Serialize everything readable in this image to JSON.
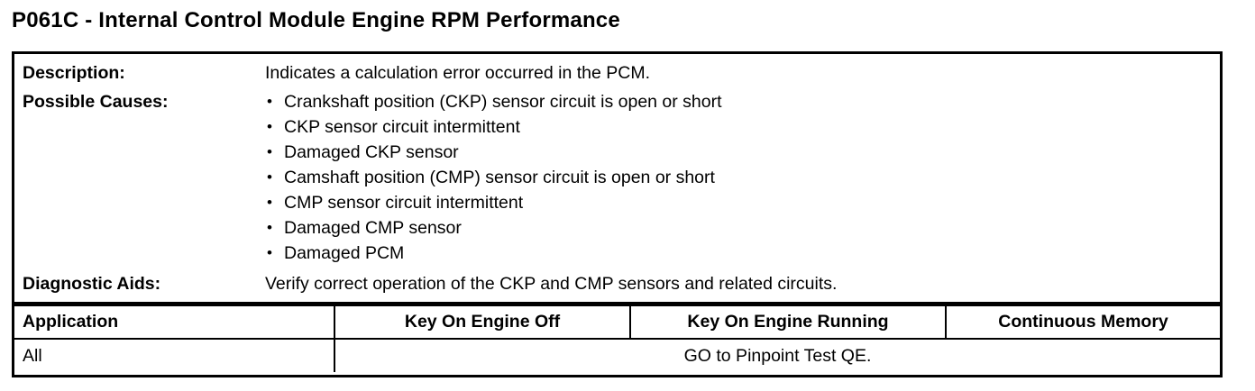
{
  "document": {
    "title": "P061C - Internal Control Module Engine RPM Performance",
    "code": "P061C"
  },
  "info": {
    "description": {
      "label": "Description:",
      "value": "Indicates a calculation error occurred in the PCM."
    },
    "possible_causes": {
      "label": "Possible Causes:",
      "bullet_glyph": "•",
      "items": [
        "Crankshaft position (CKP) sensor circuit is open or short",
        "CKP sensor circuit intermittent",
        "Damaged CKP sensor",
        "Camshaft position (CMP) sensor circuit is open or short",
        "CMP sensor circuit intermittent",
        "Damaged CMP sensor",
        "Damaged PCM"
      ]
    },
    "diagnostic_aids": {
      "label": "Diagnostic Aids:",
      "value": "Verify correct operation of the CKP and CMP sensors and related circuits."
    }
  },
  "application_table": {
    "headers": [
      "Application",
      "Key On Engine Off",
      "Key On Engine Running",
      "Continuous Memory"
    ],
    "rows": [
      {
        "application": "All",
        "result": "GO to Pinpoint Test QE."
      }
    ]
  },
  "colors": {
    "text": "#000000",
    "background": "#ffffff",
    "border": "#000000"
  }
}
